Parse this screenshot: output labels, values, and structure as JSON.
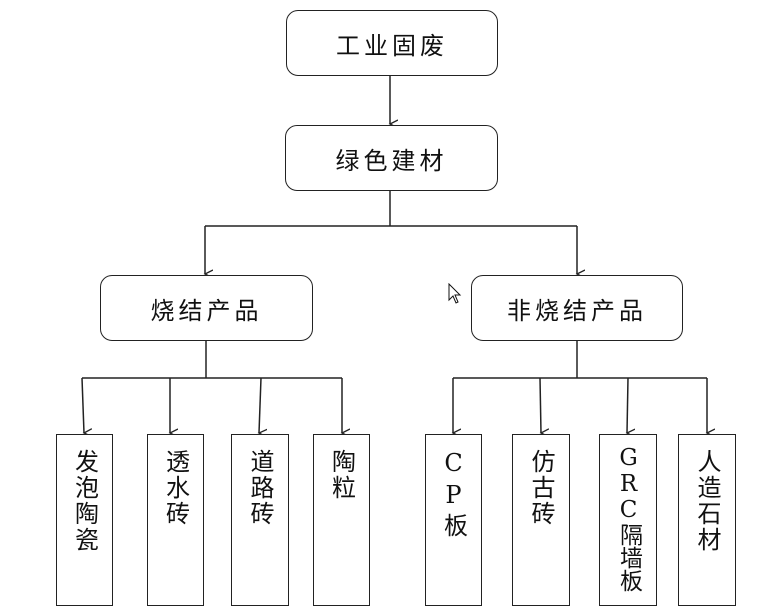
{
  "root": {
    "label": "工业固废"
  },
  "level1": {
    "label": "绿色建材"
  },
  "branches": [
    {
      "label": "烧结产品",
      "children": [
        "发泡陶瓷",
        "透水砖",
        "道路砖",
        "陶粒"
      ]
    },
    {
      "label": "非烧结产品",
      "children": [
        "CP板",
        "仿古砖",
        "GRC隔墙板",
        "人造石材"
      ]
    }
  ]
}
